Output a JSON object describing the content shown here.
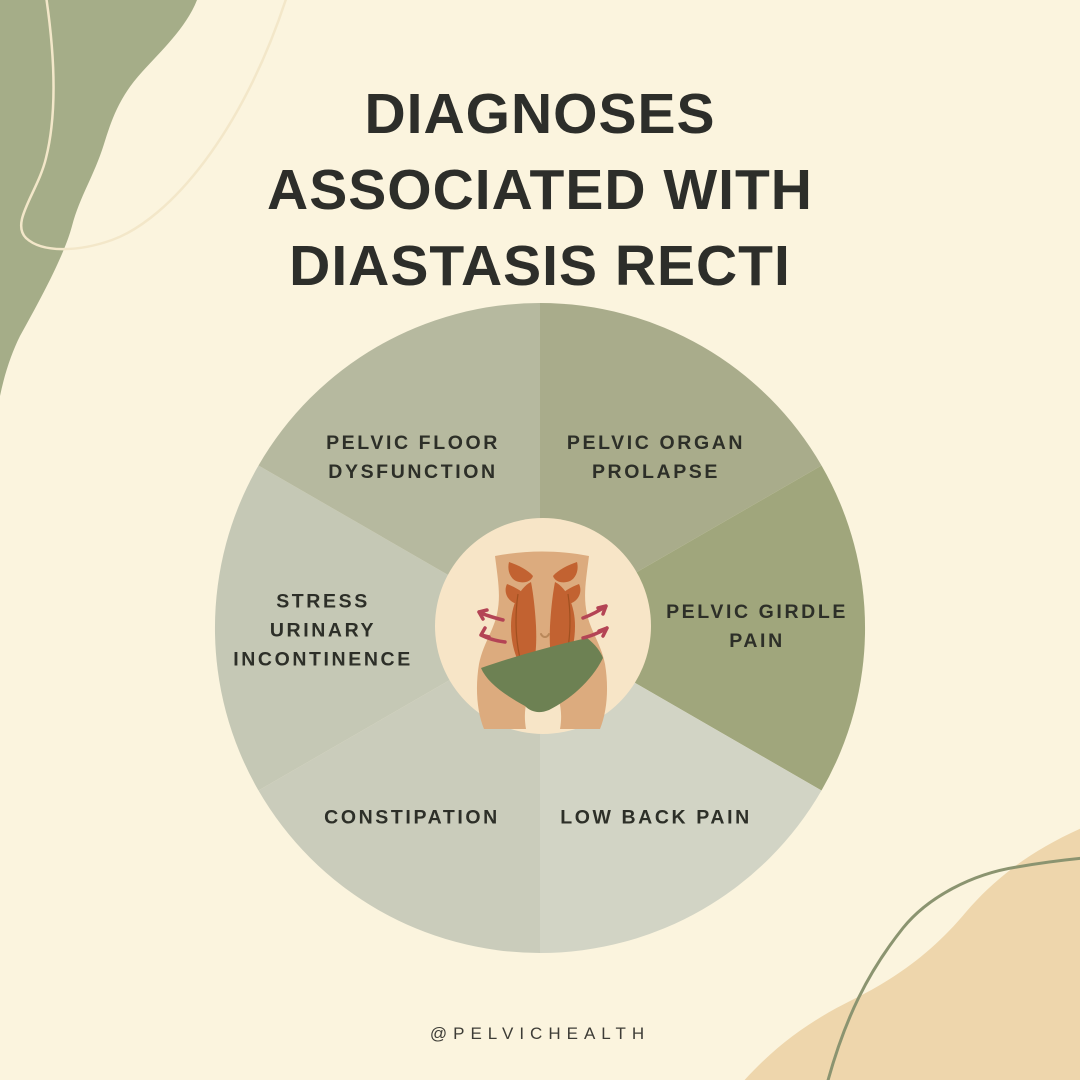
{
  "page": {
    "title": "DIAGNOSES\nASSOCIATED WITH\nDIASTASIS RECTI",
    "footer_handle": "@PELVICHEALTH",
    "background_color": "#fbf4de",
    "title_color": "#2d2e2a"
  },
  "chart_data": {
    "type": "pie",
    "title": "Diagnoses associated with diastasis recti",
    "legend_position": "labels-on-slices",
    "slices": [
      {
        "label": "PELVIC ORGAN\nPROLAPSE",
        "color": "#a9ac8b",
        "start_deg": 0,
        "end_deg": 60,
        "angle_deg": 60
      },
      {
        "label": "PELVIC GIRDLE\nPAIN",
        "color": "#a0a67c",
        "start_deg": 60,
        "end_deg": 120,
        "angle_deg": 60
      },
      {
        "label": "LOW BACK PAIN",
        "color": "#d2d4c5",
        "start_deg": 120,
        "end_deg": 180,
        "angle_deg": 60
      },
      {
        "label": "CONSTIPATION",
        "color": "#caccbb",
        "start_deg": 180,
        "end_deg": 240,
        "angle_deg": 60
      },
      {
        "label": "STRESS\nURINARY\nINCONTINENCE",
        "color": "#c5c8b5",
        "start_deg": 240,
        "end_deg": 300,
        "angle_deg": 60
      },
      {
        "label": "PELVIC FLOOR\nDYSFUNCTION",
        "color": "#b6b99f",
        "start_deg": 300,
        "end_deg": 360,
        "angle_deg": 60
      }
    ],
    "center": {
      "icon": "diastasis-recti-abdomen-illustration",
      "background_color": "#f7e5c7"
    }
  },
  "illustration": {
    "skin": "#dcab7e",
    "muscle": "#c26231",
    "muscle_outline": "#a0501f",
    "underwear": "#6d8153",
    "arrow": "#b44455",
    "navel": "#b9885a"
  },
  "decor": {
    "top_left_blob": "#a5ad88",
    "top_left_line": "#f3e7c9",
    "bottom_right_blob": "#eed6ac",
    "bottom_right_line": "#8b9470"
  }
}
